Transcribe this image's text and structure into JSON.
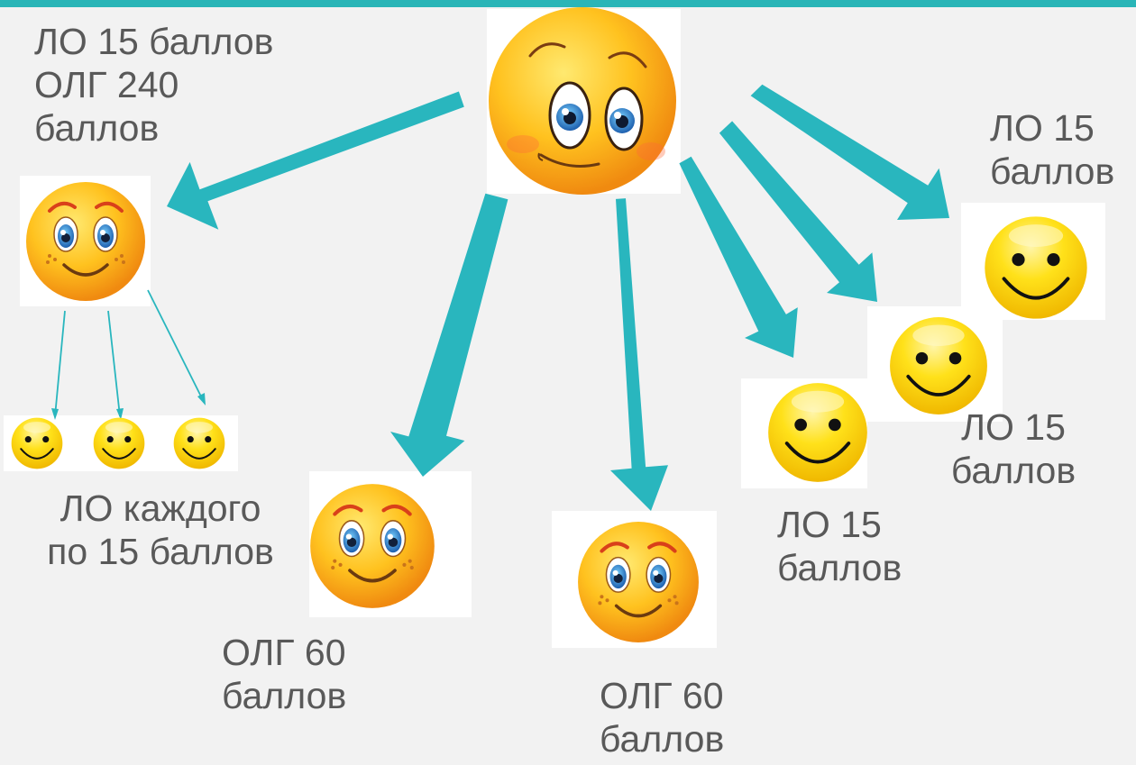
{
  "labels": {
    "top_left": "ЛО 15 баллов\nОЛГ 240\nбаллов",
    "top_right": "ЛО 15\nбаллов",
    "sub_group": "ЛО каждого\nпо 15 баллов",
    "olg_left": "ОЛГ  60\nбаллов",
    "olg_right": "ОЛГ 60\nбаллов",
    "lo_mid": "ЛО 15\nбаллов",
    "lo_right": "ЛО 15\nбаллов"
  },
  "colors": {
    "accent_bar": "#2ab5b7",
    "arrow": "#29b6be",
    "text": "#595959",
    "face_yellow": "#ffd21a",
    "face_orange": "#f7a81b"
  },
  "icons": {
    "center": "surprised-emoji-icon",
    "leaders": "freckled-smiley-icon",
    "members": "simple-smiley-icon"
  }
}
